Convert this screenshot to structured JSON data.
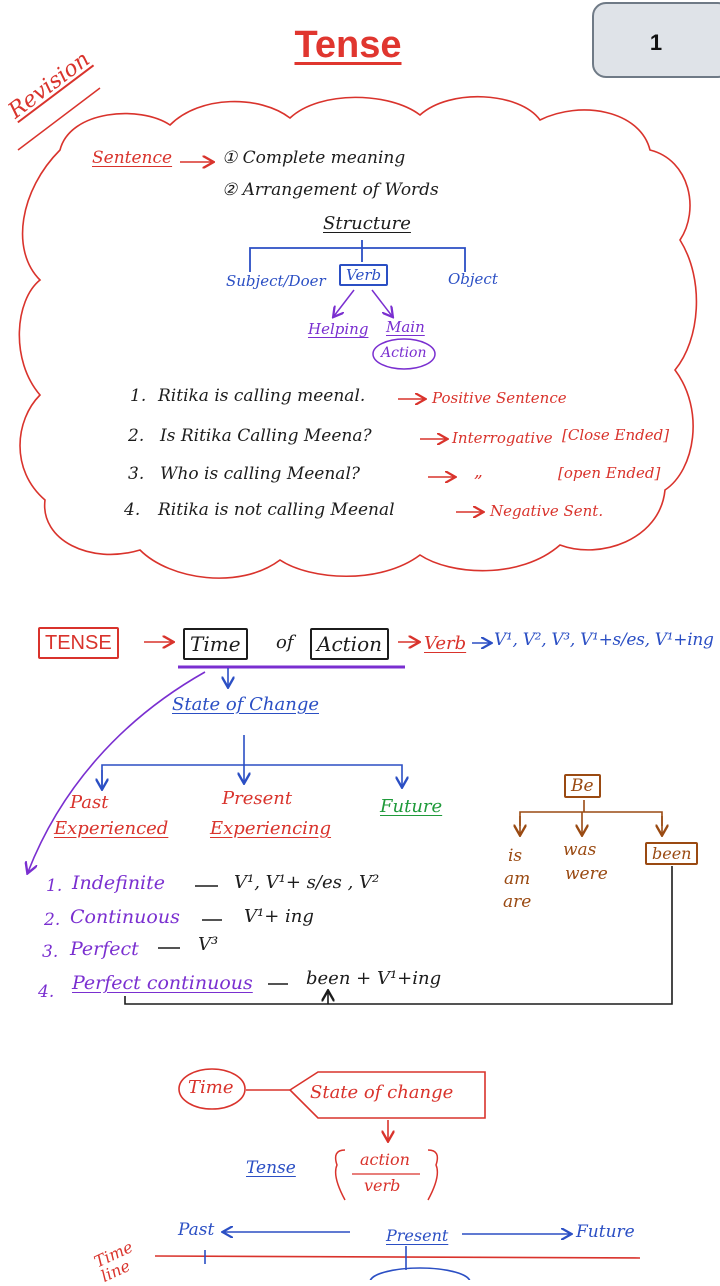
{
  "page": {
    "title": "Tense",
    "number": "1"
  },
  "revision": {
    "label": "Revision",
    "sentence": "Sentence",
    "point1": "① Complete meaning",
    "point2": "② Arrangement of Words",
    "structure": "Structure",
    "subject": "Subject/Doer",
    "verb": "Verb",
    "object": "Object",
    "helping": "Helping",
    "main": "Main",
    "action": "Action",
    "examples": [
      {
        "num": "1.",
        "text": "Ritika is calling meenal.",
        "result": "Positive Sentence",
        "tag": ""
      },
      {
        "num": "2.",
        "text": "Is Ritika Calling Meena?",
        "result": "Interrogative",
        "tag": "[Close Ended]"
      },
      {
        "num": "3.",
        "text": "Who is calling Meenal?",
        "result": "„",
        "tag": "[open Ended]"
      },
      {
        "num": "4.",
        "text": "Ritika is not calling Meenal",
        "result": "Negative Sent.",
        "tag": ""
      }
    ]
  },
  "tense": {
    "label": "TENSE",
    "time": "Time",
    "of": "of",
    "action": "Action",
    "verb": "Verb",
    "forms": "V¹, V², V³, V¹+s/es, V¹+ing",
    "state": "State of Change",
    "past": "Past",
    "past_sub": "Experienced",
    "present": "Present",
    "present_sub": "Experiencing",
    "future": "Future",
    "be": "Be",
    "be_col1": [
      "is",
      "am",
      "are"
    ],
    "be_col2": [
      "was",
      "were"
    ],
    "been": "been",
    "types": [
      {
        "num": "1.",
        "name": "Indefinite",
        "rule": "V¹, V¹+ s/es , V²"
      },
      {
        "num": "2.",
        "name": "Continuous",
        "rule": "V¹+ ing"
      },
      {
        "num": "3.",
        "name": "Perfect",
        "rule": "V³"
      },
      {
        "num": "4.",
        "name": "Perfect continuous",
        "rule": "been + V¹+ing"
      }
    ]
  },
  "bottom": {
    "time": "Time",
    "state": "State of change",
    "tense": "Tense",
    "action": "action",
    "verb": "verb",
    "past": "Past",
    "present": "Present",
    "future": "Future",
    "timeline": "Time line"
  },
  "colors": {
    "red": "#d9332c",
    "blue": "#2b4fc4",
    "purple": "#7a2fd0",
    "green": "#1f9a3a",
    "brown": "#9a4a12",
    "badge": "#dfe3e8"
  }
}
